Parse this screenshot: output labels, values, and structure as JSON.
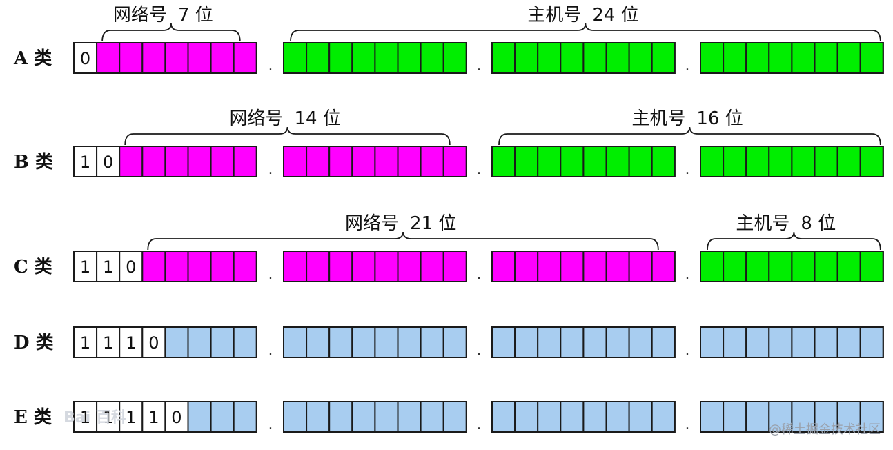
{
  "colors": {
    "network": "#ff00ff",
    "host": "#00ee00",
    "multicast": "#a8cdf0",
    "prefix": "#ffffff"
  },
  "classes": [
    {
      "label": "A 类",
      "prefix_bits": [
        "0"
      ],
      "octets": [
        "network",
        "host",
        "host",
        "host"
      ],
      "braces": [
        {
          "name": "网络号",
          "bits": "7 位"
        },
        {
          "name": "主机号",
          "bits": "24 位"
        }
      ]
    },
    {
      "label": "B 类",
      "prefix_bits": [
        "1",
        "0"
      ],
      "octets": [
        "network",
        "network",
        "host",
        "host"
      ],
      "braces": [
        {
          "name": "网络号",
          "bits": "14 位"
        },
        {
          "name": "主机号",
          "bits": "16 位"
        }
      ]
    },
    {
      "label": "C 类",
      "prefix_bits": [
        "1",
        "1",
        "0"
      ],
      "octets": [
        "network",
        "network",
        "network",
        "host"
      ],
      "braces": [
        {
          "name": "网络号",
          "bits": "21 位"
        },
        {
          "name": "主机号",
          "bits": "8 位"
        }
      ]
    },
    {
      "label": "D 类",
      "prefix_bits": [
        "1",
        "1",
        "1",
        "0"
      ],
      "octets": [
        "multicast",
        "multicast",
        "multicast",
        "multicast"
      ],
      "braces": []
    },
    {
      "label": "E 类",
      "prefix_bits": [
        "1",
        "1",
        "1",
        "1",
        "0"
      ],
      "octets": [
        "multicast",
        "multicast",
        "multicast",
        "multicast"
      ],
      "braces": []
    }
  ],
  "separator": ".",
  "watermarks": {
    "baidu": "Bai 百科",
    "juejin": "@稀土掘金技术社区"
  }
}
